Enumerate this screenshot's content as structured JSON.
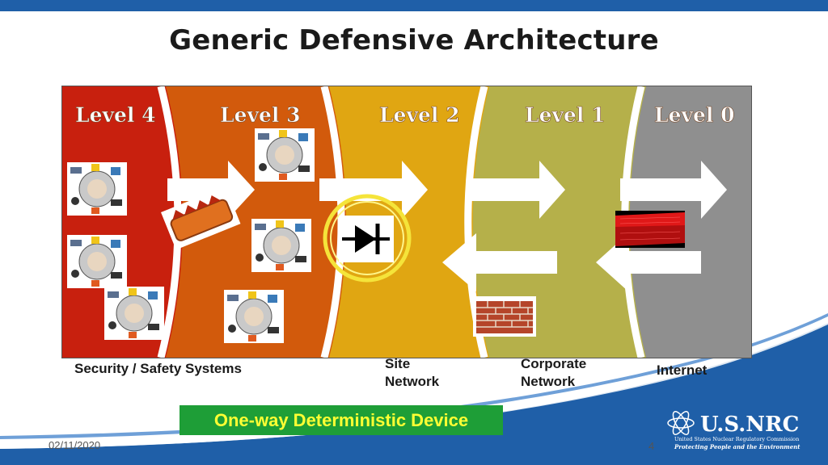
{
  "slide": {
    "title": "Generic Defensive Architecture",
    "date": "02/11/2020",
    "page_number": "4"
  },
  "diagram": {
    "levels": [
      {
        "label": "Level 4",
        "color": "#c8200e"
      },
      {
        "label": "Level 3",
        "color": "#d25a0c"
      },
      {
        "label": "Level 2",
        "color": "#e0a612"
      },
      {
        "label": "Level 1",
        "color": "#b5b04a"
      },
      {
        "label": "Level 0",
        "color": "#8f8f8f"
      }
    ],
    "icons": {
      "system_cluster": "system-cluster-icon",
      "diode": "data-diode-icon",
      "firewall": "brick-firewall-icon",
      "broken_firewall": "broken-firewall-icon",
      "red_barrier": "red-barrier-icon"
    }
  },
  "captions": {
    "security": "Security / Safety Systems",
    "site_line1": "Site",
    "site_line2": "Network",
    "corporate_line1": "Corporate",
    "corporate_line2": "Network",
    "internet": "Internet"
  },
  "device_label": "One-way Deterministic Device",
  "logo": {
    "name": "U.S.NRC",
    "line1": "United States Nuclear Regulatory Commission",
    "line2": "Protecting People and the Environment"
  },
  "colors": {
    "accent_blue": "#1f5fa8",
    "device_green": "#1e9e37",
    "device_text": "#ffff33"
  }
}
